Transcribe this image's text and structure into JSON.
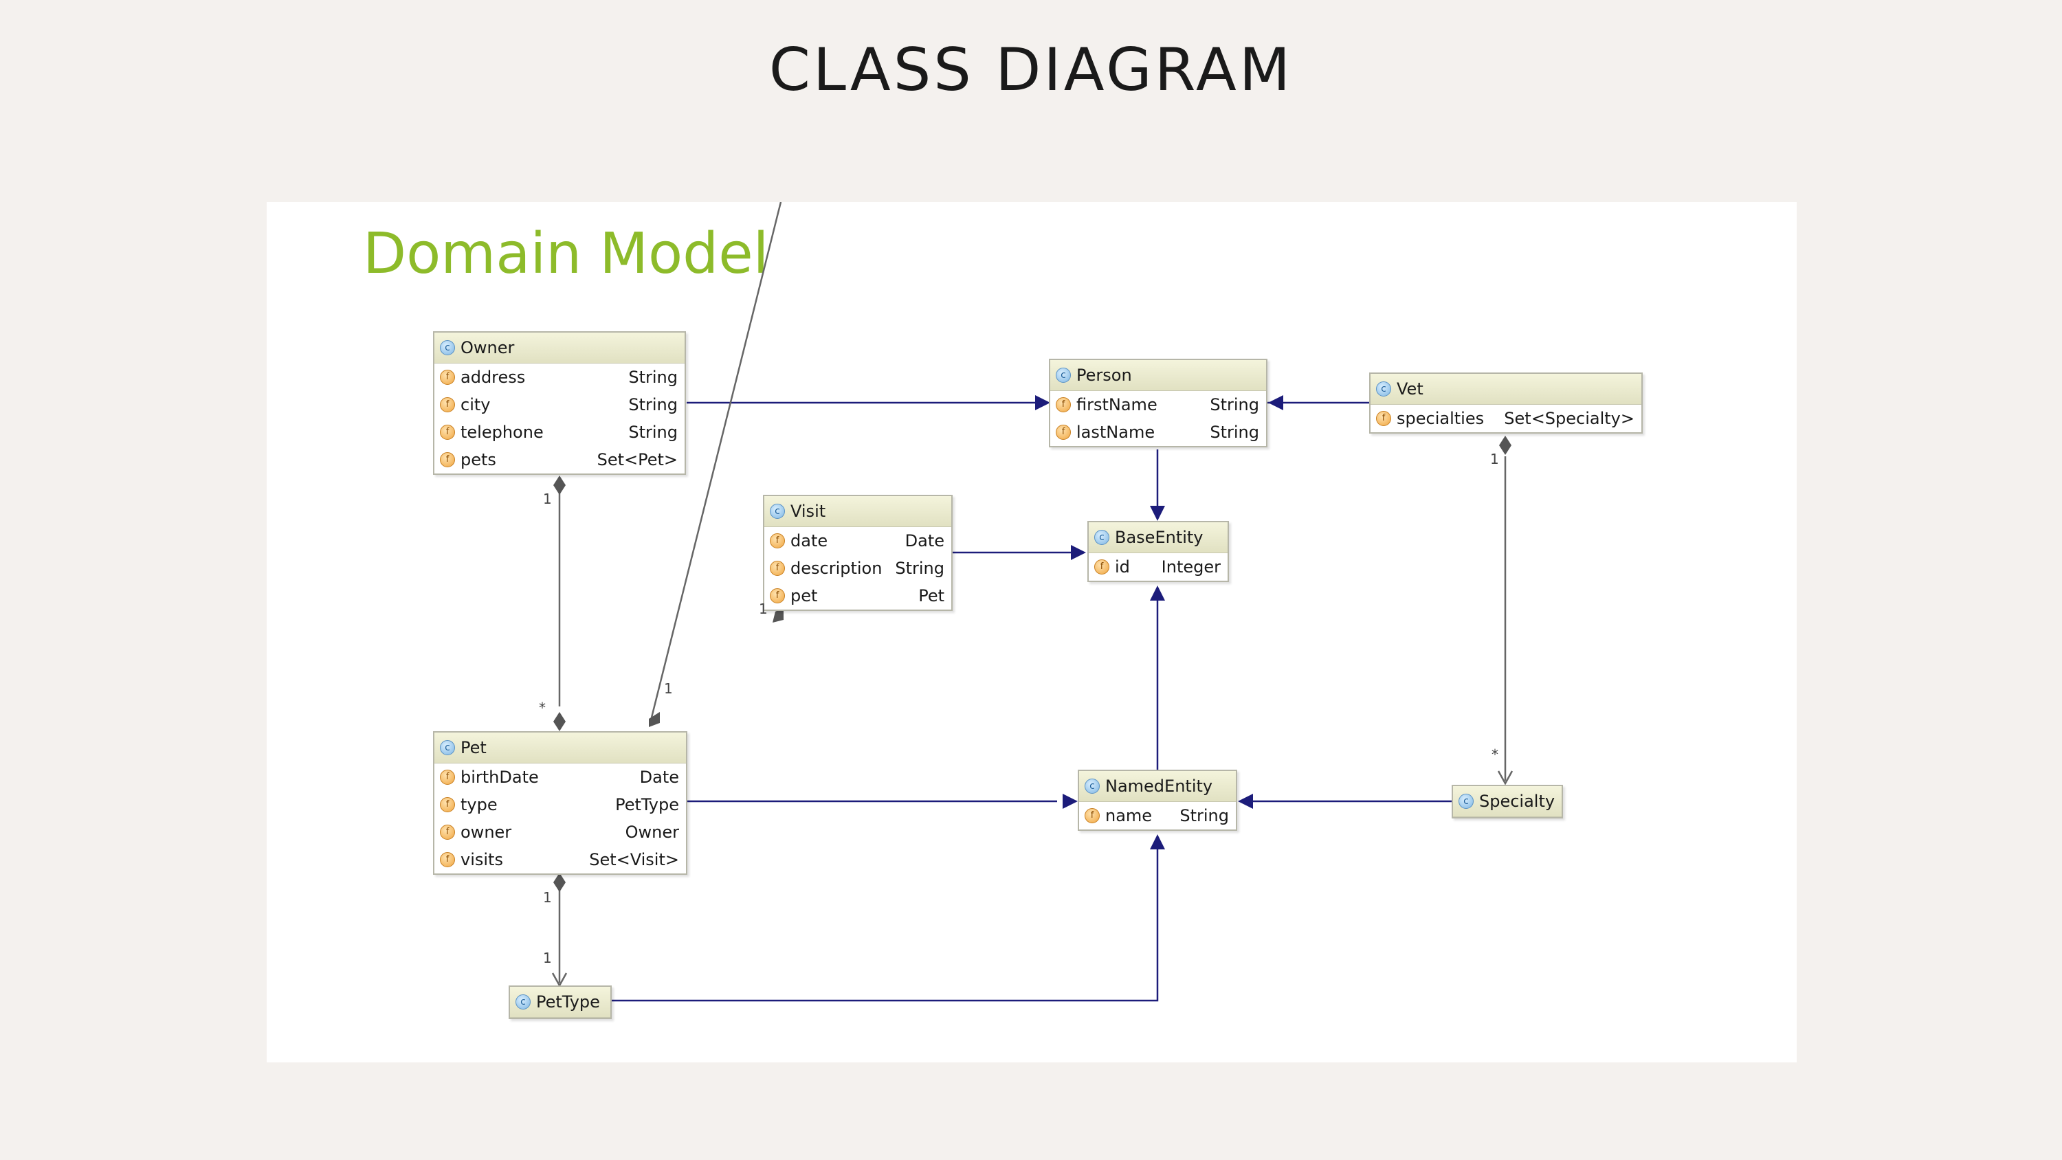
{
  "slide": {
    "title": "CLASS  DIAGRAM"
  },
  "panel": {
    "title": "Domain Model"
  },
  "icons": {
    "class_icon": "class-icon",
    "field_icon": "field-icon",
    "class_glyph": "c",
    "field_glyph": "f"
  },
  "colors": {
    "accent": "#8dbb2a",
    "arrow": "#1c1c7a",
    "composition": "#555555"
  },
  "classes": {
    "owner": {
      "name": "Owner",
      "fields": [
        {
          "name": "address",
          "type": "String"
        },
        {
          "name": "city",
          "type": "String"
        },
        {
          "name": "telephone",
          "type": "String"
        },
        {
          "name": "pets",
          "type": "Set<Pet>"
        }
      ]
    },
    "person": {
      "name": "Person",
      "fields": [
        {
          "name": "firstName",
          "type": "String"
        },
        {
          "name": "lastName",
          "type": "String"
        }
      ]
    },
    "vet": {
      "name": "Vet",
      "fields": [
        {
          "name": "specialties",
          "type": "Set<Specialty>"
        }
      ]
    },
    "visit": {
      "name": "Visit",
      "fields": [
        {
          "name": "date",
          "type": "Date"
        },
        {
          "name": "description",
          "type": "String"
        },
        {
          "name": "pet",
          "type": "Pet"
        }
      ]
    },
    "base_entity": {
      "name": "BaseEntity",
      "fields": [
        {
          "name": "id",
          "type": "Integer"
        }
      ]
    },
    "pet": {
      "name": "Pet",
      "fields": [
        {
          "name": "birthDate",
          "type": "Date"
        },
        {
          "name": "type",
          "type": "PetType"
        },
        {
          "name": "owner",
          "type": "Owner"
        },
        {
          "name": "visits",
          "type": "Set<Visit>"
        }
      ]
    },
    "named_entity": {
      "name": "NamedEntity",
      "fields": [
        {
          "name": "name",
          "type": "String"
        }
      ]
    },
    "specialty": {
      "name": "Specialty",
      "fields": []
    },
    "pet_type": {
      "name": "PetType",
      "fields": []
    }
  },
  "multiplicities": {
    "owner_pets_owner_end": "1",
    "owner_pets_pet_end": "*",
    "visit_pet_visit_end": "1",
    "visit_pet_pet_end": "1",
    "vet_specialty_vet_end": "1",
    "vet_specialty_specialty_end": "*",
    "pet_pettype_pet_end": "1",
    "pet_pettype_type_end": "1"
  }
}
